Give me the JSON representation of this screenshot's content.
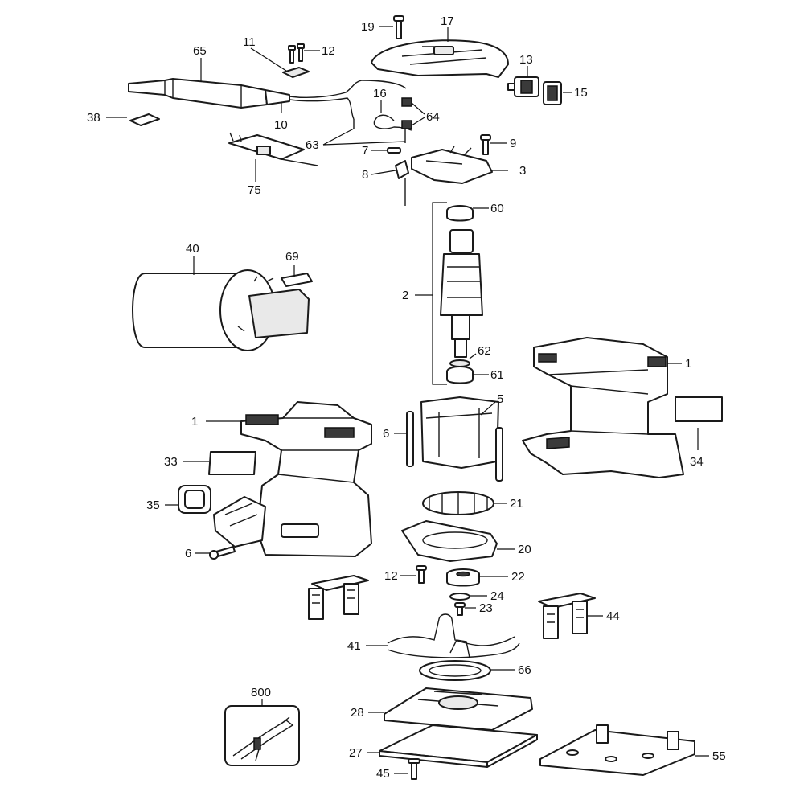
{
  "callouts": [
    {
      "label": "19"
    },
    {
      "label": "17"
    },
    {
      "label": "11"
    },
    {
      "label": "12"
    },
    {
      "label": "65"
    },
    {
      "label": "13"
    },
    {
      "label": "15"
    },
    {
      "label": "16"
    },
    {
      "label": "64"
    },
    {
      "label": "38"
    },
    {
      "label": "10"
    },
    {
      "label": "63"
    },
    {
      "label": "7"
    },
    {
      "label": "9"
    },
    {
      "label": "8"
    },
    {
      "label": "3"
    },
    {
      "label": "75"
    },
    {
      "label": "60"
    },
    {
      "label": "40"
    },
    {
      "label": "69"
    },
    {
      "label": "2"
    },
    {
      "label": "62"
    },
    {
      "label": "61"
    },
    {
      "label": "1"
    },
    {
      "label": "5"
    },
    {
      "label": "1"
    },
    {
      "label": "6"
    },
    {
      "label": "33"
    },
    {
      "label": "34"
    },
    {
      "label": "35"
    },
    {
      "label": "21"
    },
    {
      "label": "6"
    },
    {
      "label": "20"
    },
    {
      "label": "12"
    },
    {
      "label": "22"
    },
    {
      "label": "24"
    },
    {
      "label": "23"
    },
    {
      "label": "44"
    },
    {
      "label": "41"
    },
    {
      "label": "66"
    },
    {
      "label": "800"
    },
    {
      "label": "28"
    },
    {
      "label": "27"
    },
    {
      "label": "55"
    },
    {
      "label": "45"
    }
  ]
}
